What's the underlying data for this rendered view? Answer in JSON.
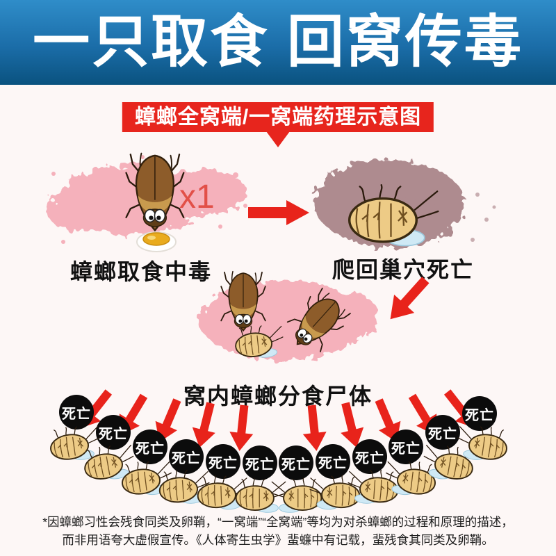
{
  "banner": {
    "title": "一只取食 回窝传毒",
    "bg_top": "#2f8dc9",
    "bg_bottom": "#0a527f",
    "text_color": "#ffffff"
  },
  "badge": {
    "label": "蟑螂全窝端/一窝端药理示意图",
    "color": "#e7251d"
  },
  "diagram": {
    "step1": {
      "caption": "蟑螂取食中毒",
      "multiplier": "x1"
    },
    "step2": {
      "caption": "爬回巢穴死亡"
    },
    "step3": {
      "caption": "窝内蟑螂分食尸体"
    },
    "death_label": "死亡",
    "death_count": 12
  },
  "footnote": {
    "line1": "*因蟑螂习性会残食同类及卵鞘，“一窝端”“全窝端”等均为对杀蟑螂的过程和原理的描述，",
    "line2": "而非用语夸大虚假宣传。《人体寄生虫学》蜚蠊中有记载，蜚残食其同类及卵鞘。"
  },
  "colors": {
    "accent_red": "#e8231b",
    "pink_blob": "#f5b1bb",
    "mauve_blob": "#ae8b8f",
    "page_bg": "#fdf7f6"
  }
}
